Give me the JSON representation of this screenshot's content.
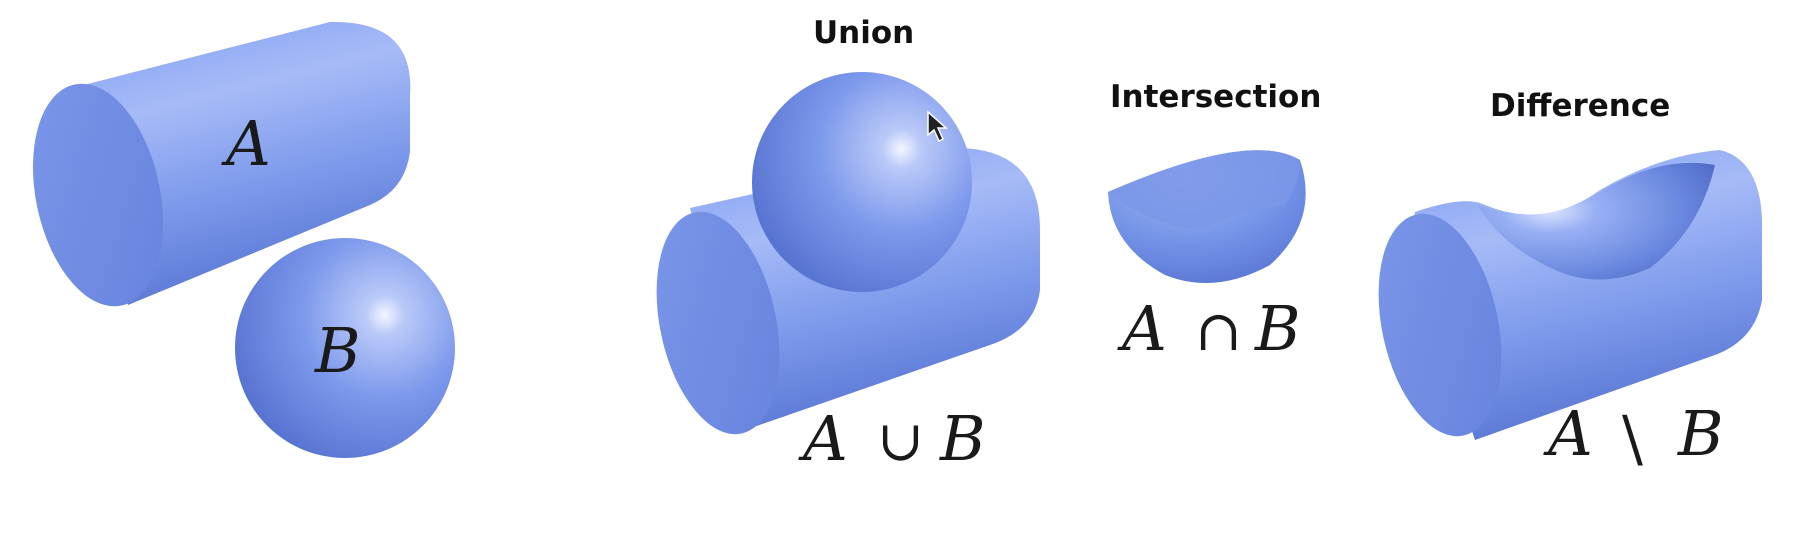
{
  "shapes": {
    "cylinder_label": "A",
    "sphere_label": "B"
  },
  "panels": {
    "union": {
      "title": "Union",
      "expr_left": "A",
      "expr_op": "∪",
      "expr_right": "B"
    },
    "intersection": {
      "title": "Intersection",
      "expr_left": "A",
      "expr_op": "∩",
      "expr_right": "B"
    },
    "difference": {
      "title": "Difference",
      "expr_left": "A",
      "expr_op": "\\",
      "expr_right": "B"
    }
  },
  "colors": {
    "solid_base": "#6f8ee6",
    "solid_light": "#9db3f5",
    "solid_dark": "#4f6ec9",
    "face": "#7290e4"
  }
}
